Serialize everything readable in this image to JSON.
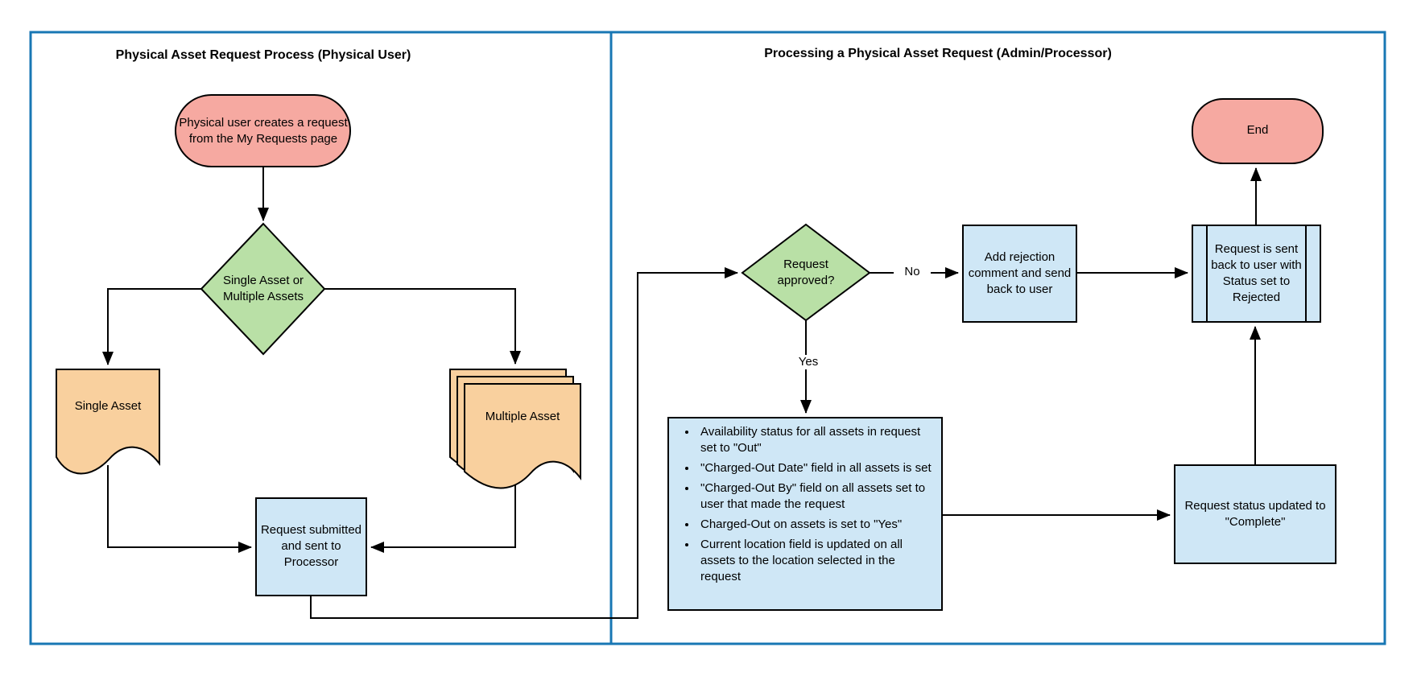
{
  "diagram": {
    "type": "flowchart",
    "panels": {
      "left": {
        "title": "Physical Asset Request Process (Physical User)"
      },
      "right": {
        "title": "Processing a Physical Asset Request (Admin/Processor)"
      }
    },
    "nodes": {
      "start": "Physical user creates a request from the My Requests page",
      "decision_asset": "Single Asset or Multiple Assets",
      "doc_single": "Single Asset",
      "doc_multiple": "Multiple Asset",
      "submit": "Request submitted and sent to Processor",
      "decision_approved": "Request approved?",
      "reject_comment": "Add rejection comment and send back to user",
      "sent_back": "Request is sent back to user with Status set to Rejected",
      "end": "End",
      "complete": "Request status updated to \"Complete\"",
      "approved_actions": [
        "Availability status for all assets in request set to \"Out\"",
        "\"Charged-Out Date\" field in all assets is set",
        "\"Charged-Out By\" field on all assets set to user that made the request",
        "Charged-Out on assets is set to \"Yes\"",
        "Current location field is updated on all assets to the location selected in the request"
      ]
    },
    "edge_labels": {
      "no": "No",
      "yes": "Yes"
    },
    "colors": {
      "terminator_fill": "#f6a9a1",
      "decision_fill": "#b9e0a6",
      "document_fill": "#f9d09e",
      "process_fill": "#cfe7f6",
      "shape_stroke": "#000000",
      "panel_border": "#1877b4"
    }
  }
}
